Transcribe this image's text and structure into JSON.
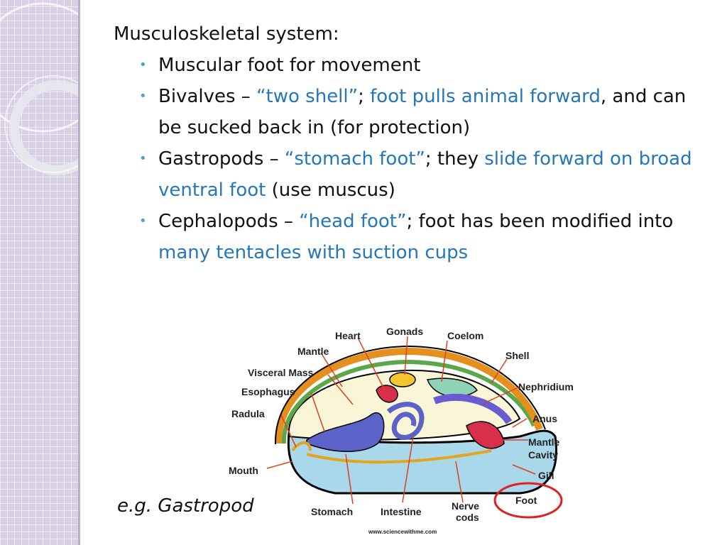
{
  "slide": {
    "heading": "Musculoskeletal system:",
    "bullets": [
      {
        "segments": [
          {
            "text": "Muscular foot for movement",
            "hl": false
          }
        ]
      },
      {
        "segments": [
          {
            "text": "Bivalves – ",
            "hl": false
          },
          {
            "text": "“two shell”",
            "hl": true
          },
          {
            "text": "; ",
            "hl": false
          },
          {
            "text": "foot pulls animal forward",
            "hl": true
          },
          {
            "text": ", and can be sucked back in (for protection)",
            "hl": false
          }
        ]
      },
      {
        "segments": [
          {
            "text": "Gastropods – ",
            "hl": false
          },
          {
            "text": "“stomach foot”",
            "hl": true
          },
          {
            "text": "; they ",
            "hl": false
          },
          {
            "text": "slide forward on broad ventral foot",
            "hl": true
          },
          {
            "text": " (use muscus)",
            "hl": false
          }
        ]
      },
      {
        "segments": [
          {
            "text": "Cephalopods – ",
            "hl": false
          },
          {
            "text": "“head foot”",
            "hl": true
          },
          {
            "text": "; foot has been modified into ",
            "hl": false
          },
          {
            "text": "many tentacles with suction cups",
            "hl": true
          }
        ]
      }
    ],
    "caption": "e.g. Gastropod"
  },
  "diagram": {
    "labels": {
      "heart": "Heart",
      "gonads": "Gonads",
      "coelom": "Coelom",
      "shell": "Shell",
      "mantle": "Mantle",
      "visceral_mass": "Visceral Mass",
      "esophagus": "Esophagus",
      "nephridium": "Nephridium",
      "radula": "Radula",
      "anus": "Anus",
      "mantle_cavity_1": "Mantle",
      "mantle_cavity_2": "Cavity",
      "mouth": "Mouth",
      "gill": "Gill",
      "foot": "Foot",
      "stomach": "Stomach",
      "intestine": "Intestine",
      "nerve_cords_1": "Nerve",
      "nerve_cords_2": "cods"
    },
    "credit": "www.sciencewithme.com"
  },
  "colors": {
    "accent_blue": "#2477b8",
    "bullet_dot": "#4fa3c7",
    "highlight_circle": "#e02020"
  }
}
